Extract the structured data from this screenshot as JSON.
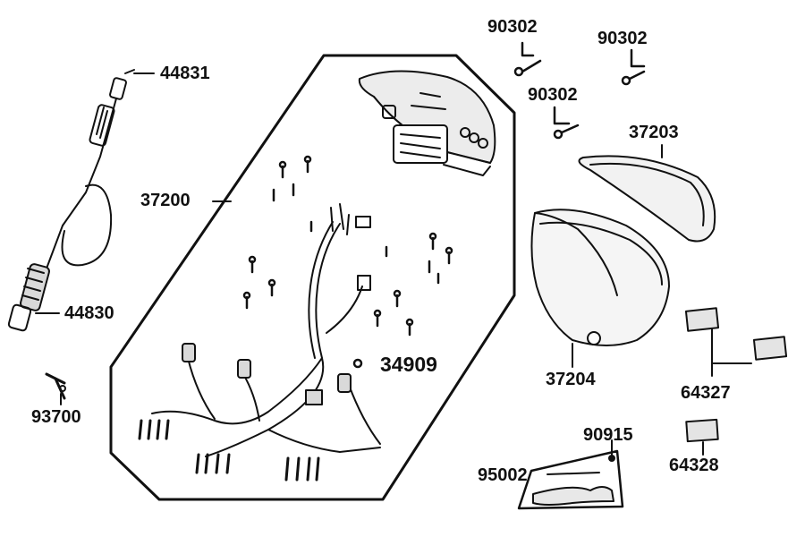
{
  "colors": {
    "ink": "#111111",
    "paper": "#ffffff",
    "shade": "#d9d9d9"
  },
  "parts": {
    "p44831": "44831",
    "p44830": "44830",
    "p93700": "93700",
    "p37200": "37200",
    "p34909": "34909",
    "p90302a": "90302",
    "p90302b": "90302",
    "p90302c": "90302",
    "p37203": "37203",
    "p37204": "37204",
    "p64327": "64327",
    "p64328": "64328",
    "p90915": "90915",
    "p95002": "95002"
  }
}
